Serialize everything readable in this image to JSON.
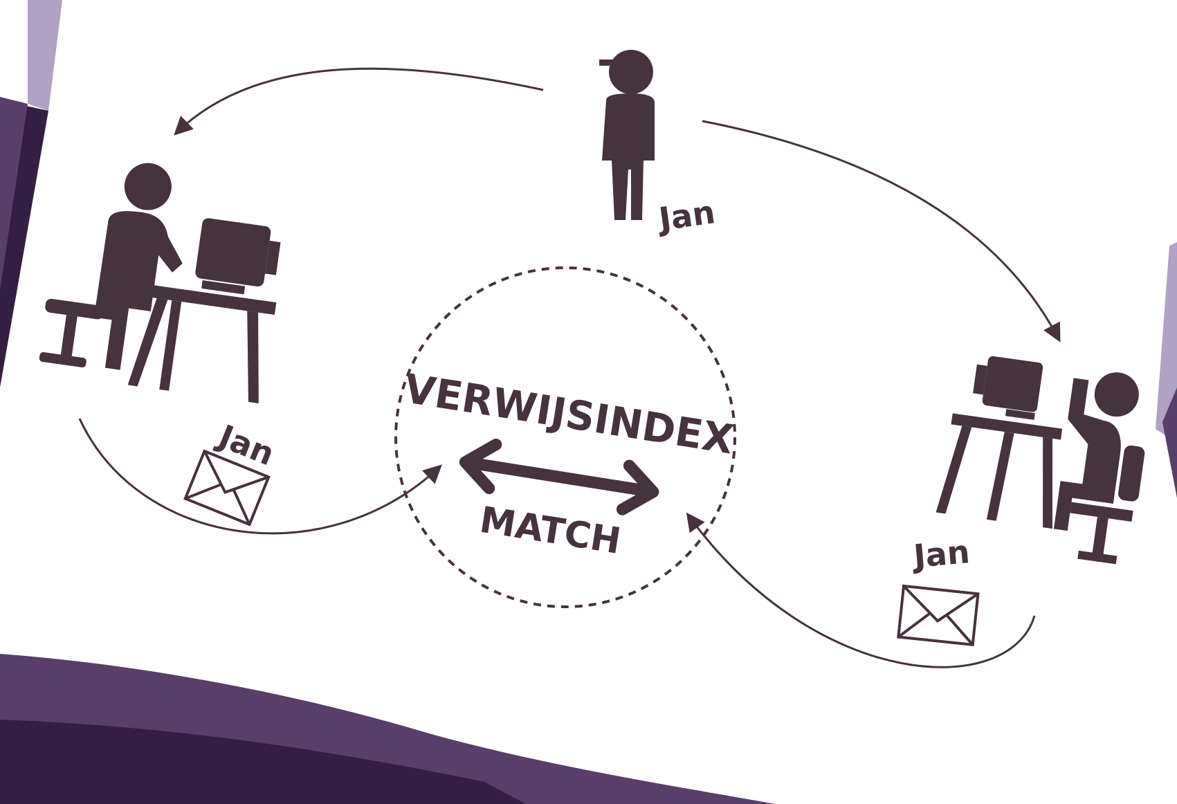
{
  "colors": {
    "ink": "#45333e",
    "purple": "#573f6a",
    "purple_dark": "#331f43",
    "lavender": "#b0a2c4",
    "background": "#ffffff"
  },
  "labels": {
    "person_name_top": "Jan",
    "person_name_left": "Jan",
    "person_name_right": "Jan",
    "center_title": "VERWIJSINDEX",
    "center_action": "MATCH"
  },
  "icons": {
    "walking_person": "walking-person-icon",
    "worker_left": "person-at-computer-icon",
    "worker_right": "person-at-computer-icon",
    "envelope": "envelope-icon"
  }
}
